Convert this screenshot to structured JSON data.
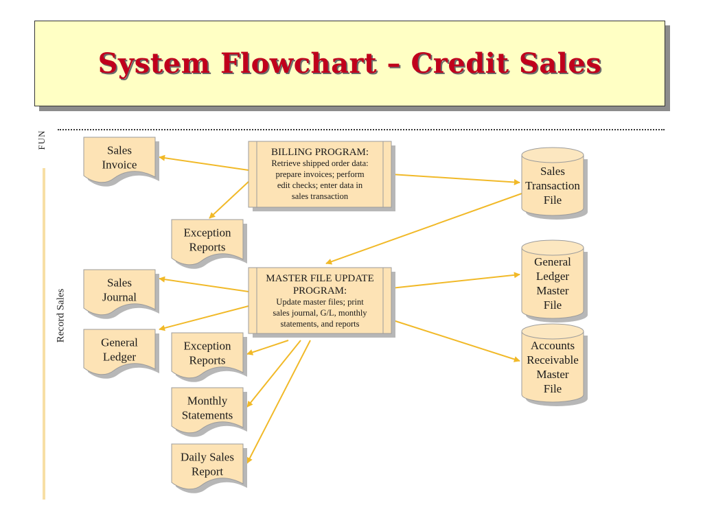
{
  "title": "System Flowchart – Credit Sales",
  "side_labels": {
    "top": "FUN",
    "main": "Record Sales"
  },
  "colors": {
    "shape_fill": "#fde3b5",
    "arrow": "#f1b928",
    "title_text": "#c0001c",
    "title_bg": "#ffffc4"
  },
  "nodes": {
    "sales_invoice": {
      "lines": [
        "Sales",
        "Invoice"
      ]
    },
    "billing_program": {
      "title": "BILLING PROGRAM:",
      "lines": [
        "Retrieve shipped order data:",
        "prepare invoices; perform",
        "edit checks; enter data in",
        "sales transaction"
      ]
    },
    "sales_transaction_file": {
      "lines": [
        "Sales",
        "Transaction",
        "File"
      ]
    },
    "exception_reports_1": {
      "lines": [
        "Exception",
        "Reports"
      ]
    },
    "sales_journal": {
      "lines": [
        "Sales",
        "Journal"
      ]
    },
    "master_update_program": {
      "title": "MASTER FILE UPDATE",
      "title2": "PROGRAM:",
      "lines": [
        "Update master files; print",
        "sales journal, G/L, monthly",
        "statements, and reports"
      ]
    },
    "general_ledger_master_file": {
      "lines": [
        "General",
        "Ledger",
        "Master",
        "File"
      ]
    },
    "general_ledger": {
      "lines": [
        "General",
        "Ledger"
      ]
    },
    "exception_reports_2": {
      "lines": [
        "Exception",
        "Reports"
      ]
    },
    "accounts_receivable_master_file": {
      "lines": [
        "Accounts",
        "Receivable",
        "Master",
        "File"
      ]
    },
    "monthly_statements": {
      "lines": [
        "Monthly",
        "Statements"
      ]
    },
    "daily_sales_report": {
      "lines": [
        "Daily Sales",
        "Report"
      ]
    }
  },
  "edges": [
    {
      "from": "billing_program",
      "to": "sales_invoice"
    },
    {
      "from": "billing_program",
      "to": "exception_reports_1"
    },
    {
      "from": "billing_program",
      "to": "sales_transaction_file"
    },
    {
      "from": "sales_transaction_file",
      "to": "master_update_program"
    },
    {
      "from": "master_update_program",
      "to": "sales_journal"
    },
    {
      "from": "master_update_program",
      "to": "general_ledger"
    },
    {
      "from": "master_update_program",
      "to": "exception_reports_2"
    },
    {
      "from": "master_update_program",
      "to": "monthly_statements"
    },
    {
      "from": "master_update_program",
      "to": "daily_sales_report"
    },
    {
      "from": "master_update_program",
      "to": "general_ledger_master_file"
    },
    {
      "from": "master_update_program",
      "to": "accounts_receivable_master_file"
    }
  ]
}
